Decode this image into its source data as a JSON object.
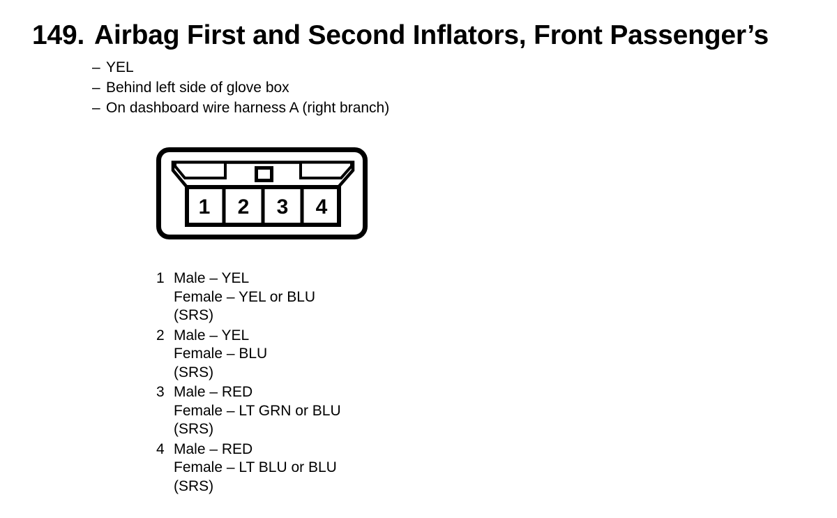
{
  "header": {
    "number": "149.",
    "title": "Airbag First and Second Inflators, Front Passenger’s",
    "bullet_dash": "–",
    "bullets": [
      "YEL",
      "Behind left side of glove box",
      "On dashboard wire harness A (right branch)"
    ]
  },
  "connector": {
    "type": "4-pin connector, front view",
    "pins": [
      "1",
      "2",
      "3",
      "4"
    ],
    "line_color": "#000000",
    "background": "#ffffff"
  },
  "pin_list": [
    {
      "pin": "1",
      "lines": [
        "Male – YEL",
        "Female – YEL or BLU",
        "(SRS)"
      ]
    },
    {
      "pin": "2",
      "lines": [
        "Male – YEL",
        "Female – BLU",
        "(SRS)"
      ]
    },
    {
      "pin": "3",
      "lines": [
        "Male – RED",
        "Female – LT GRN or BLU",
        "(SRS)"
      ]
    },
    {
      "pin": "4",
      "lines": [
        "Male – RED",
        "Female – LT BLU or BLU",
        "(SRS)"
      ]
    }
  ]
}
